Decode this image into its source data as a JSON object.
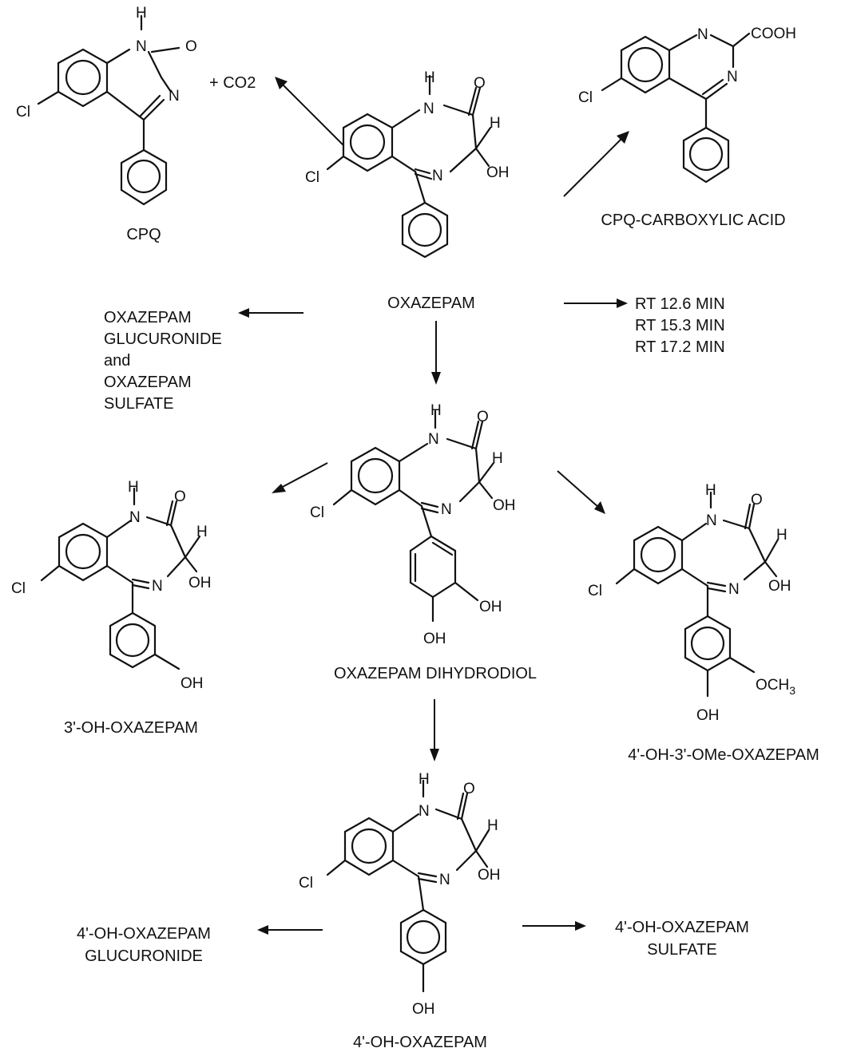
{
  "compounds": {
    "oxazepam": "OXAZEPAM",
    "cpq": "CPQ",
    "cpq_plus": "+ CO2",
    "cpq_acid": "CPQ-CARBOXYLIC ACID",
    "dihydrodiol": "OXAZEPAM DIHYDRODIOL",
    "oh3": "3'-OH-OXAZEPAM",
    "oh4_ome3": "4'-OH-3'-OMe-OXAZEPAM",
    "oh4": "4'-OH-OXAZEPAM"
  },
  "conjugates": {
    "oxaz_lines": [
      "OXAZEPAM",
      "GLUCURONIDE",
      "and",
      "OXAZEPAM",
      "SULFATE"
    ],
    "oh4_gluc_lines": [
      "4'-OH-OXAZEPAM",
      "GLUCURONIDE"
    ],
    "oh4_sulf_lines": [
      "4'-OH-OXAZEPAM",
      "SULFATE"
    ]
  },
  "retention_times": [
    "RT 12.6 MIN",
    "RT 15.3 MIN",
    "RT 17.2 MIN"
  ],
  "atoms": {
    "h": "H",
    "n": "N",
    "o": "O",
    "oh": "OH",
    "cl": "Cl",
    "cooh": "COOH",
    "och3": "OCH",
    "och3_sub": "3"
  }
}
